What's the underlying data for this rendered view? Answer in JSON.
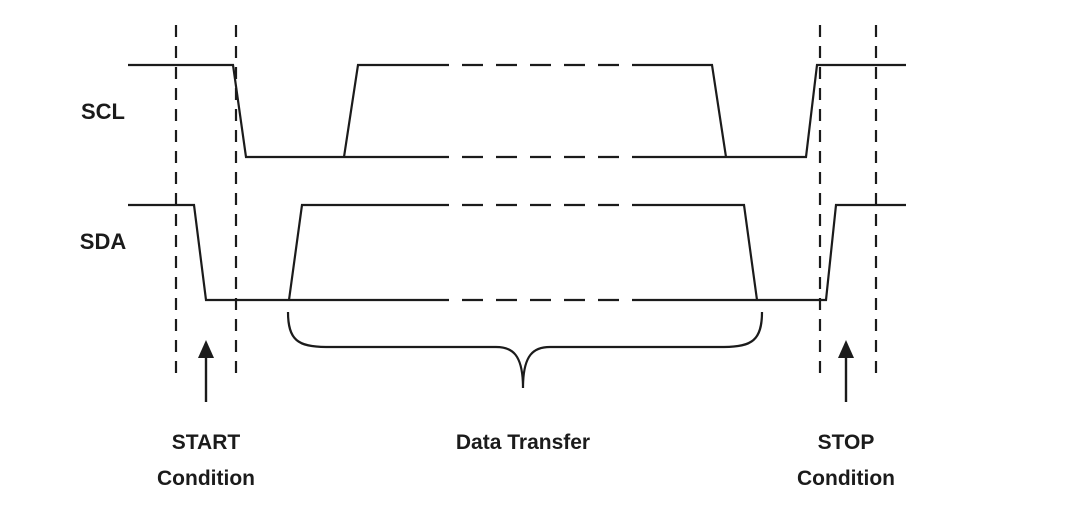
{
  "diagram": {
    "signals": {
      "scl": {
        "label": "SCL"
      },
      "sda": {
        "label": "SDA"
      }
    },
    "annotations": {
      "start": {
        "title": "START",
        "subtitle": "Condition"
      },
      "data_transfer": {
        "title": "Data Transfer"
      },
      "stop": {
        "title": "STOP",
        "subtitle": "Condition"
      }
    },
    "colors": {
      "line": "#1b1b1b",
      "text": "#1b1b1b",
      "background": "#ffffff"
    }
  }
}
